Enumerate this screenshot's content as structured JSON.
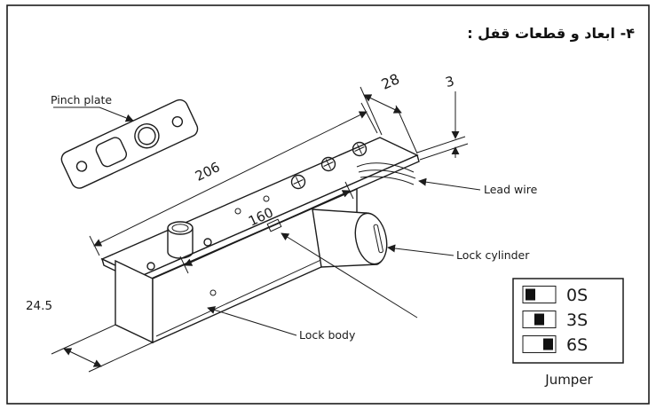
{
  "title": "۴- ابعاد و قطعات قفل :",
  "labels": {
    "pinch_plate": "Pinch plate",
    "lead_wire": "Lead wire",
    "lock_cylinder": "Lock cylinder",
    "lock_body": "Lock body",
    "jumper": "Jumper"
  },
  "dimensions": {
    "plate_length": "206",
    "body_length": "160",
    "plate_width": "28",
    "plate_thickness": "3",
    "body_width": "24.5"
  },
  "jumper_table": {
    "rows": [
      {
        "label": "0S",
        "position": "left"
      },
      {
        "label": "3S",
        "position": "middle"
      },
      {
        "label": "6S",
        "position": "right"
      }
    ]
  },
  "colors": {
    "line": "#1c1c1c",
    "background": "#ffffff"
  }
}
